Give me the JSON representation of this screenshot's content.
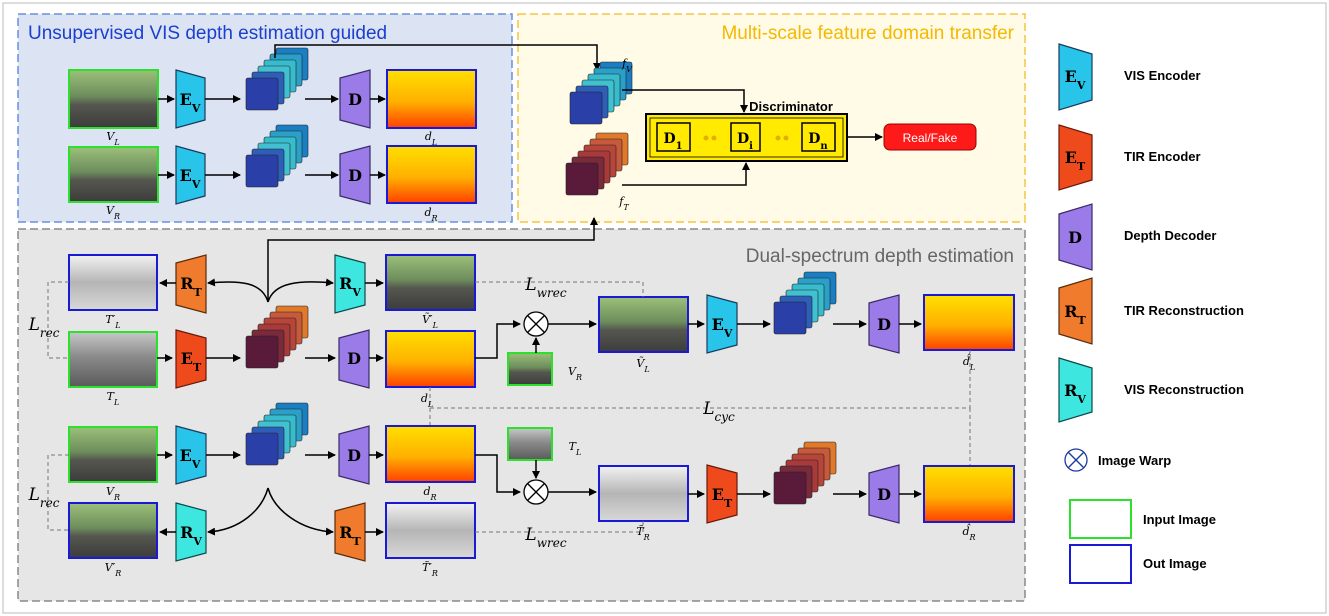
{
  "regions": {
    "unsupervised": {
      "title": "Unsupervised VIS depth estimation guided",
      "title_color": "#1a3fd1",
      "bg": "#dce3f2",
      "border": "#6a8fd8"
    },
    "multiscale": {
      "title": "Multi-scale feature domain transfer",
      "title_color": "#f5b800",
      "bg": "#fffbe6",
      "border": "#f5c542"
    },
    "dual": {
      "title": "Dual-spectrum depth estimation",
      "title_color": "#666666",
      "bg": "#e6e6e6",
      "border": "#888888"
    }
  },
  "modules": {
    "ev": "E",
    "ev_sub": "V",
    "et": "E",
    "et_sub": "T",
    "d": "D",
    "rt": "R",
    "rt_sub": "T",
    "rv": "R",
    "rv_sub": "V"
  },
  "discriminator": {
    "label": "Discriminator",
    "d1": "D",
    "d1_sub": "1",
    "di": "D",
    "di_sub": "i",
    "dn": "D",
    "dn_sub": "n",
    "output": "Real/Fake"
  },
  "features": {
    "fv": "f",
    "fv_sub": "V",
    "ft": "f",
    "ft_sub": "T"
  },
  "image_labels": {
    "vl": "V",
    "vl_sub": "L",
    "vr": "V",
    "vr_sub": "R",
    "dl": "d",
    "dl_sub": "L",
    "dr": "d",
    "dr_sub": "R",
    "tl_prime": "T′",
    "tl_prime_sub": "L",
    "tl": "T",
    "tl_sub": "L",
    "vl_tilde_prime": "Ṽ′",
    "vl_tilde_prime_sub": "L",
    "vr_warp": "V",
    "vr_warp_sub": "R",
    "vl_tilde": "Ṽ",
    "vl_tilde_sub": "L",
    "dl_hat": "d̂",
    "dl_hat_sub": "L",
    "vr2": "V",
    "vr2_sub": "R",
    "vr_prime": "V′",
    "vr_prime_sub": "R",
    "tr_tilde_prime": "T̃′",
    "tr_tilde_prime_sub": "R",
    "dr2": "d",
    "dr2_sub": "R",
    "tl_warp": "T",
    "tl_warp_sub": "L",
    "tr_tilde": "T̃",
    "tr_tilde_sub": "R",
    "dr_hat": "d̂",
    "dr_hat_sub": "R"
  },
  "losses": {
    "lrec_top": "L",
    "lrec_top_sub": "rec",
    "lrec_bot": "L",
    "lrec_bot_sub": "rec",
    "lwrec_top": "L",
    "lwrec_top_sub": "wrec",
    "lwrec_bot": "L",
    "lwrec_bot_sub": "wrec",
    "lcyc": "L",
    "lcyc_sub": "cyc"
  },
  "legend": {
    "ev_label": "VIS Encoder",
    "et_label": "TIR Encoder",
    "d_label": "Depth Decoder",
    "rt_label": "TIR Reconstruction",
    "rv_label": "VIS Reconstruction",
    "warp_label": "Image Warp",
    "input_label": "Input Image",
    "output_label": "Out Image"
  },
  "colors": {
    "ev": "#29c4ea",
    "et": "#ee4a1c",
    "d": "#9b7be8",
    "rt": "#f17b2c",
    "rv": "#3ee6e0",
    "input_border": "#2ee02e",
    "output_border": "#1a1ad6",
    "disc_fill": "#ffea00",
    "real_fake": "#ff1a1a"
  }
}
